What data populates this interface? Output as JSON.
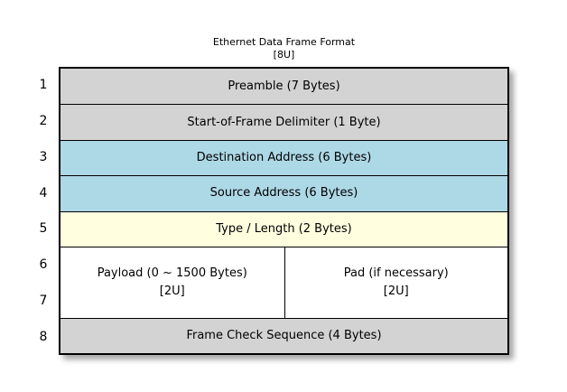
{
  "title": {
    "line1": "Ethernet Data Frame Format",
    "line2": "[8U]"
  },
  "colors": {
    "gray": "#d3d3d3",
    "blue": "#add8e6",
    "yellow": "#ffffe0",
    "white": "#ffffff",
    "border": "#000000",
    "background": "#ffffff"
  },
  "row_numbers": [
    "1",
    "2",
    "3",
    "4",
    "5",
    "6",
    "7",
    "8"
  ],
  "cells": {
    "preamble": {
      "label": "Preamble (7 Bytes)"
    },
    "sfd": {
      "label": "Start-of-Frame Delimiter (1 Byte)"
    },
    "destination": {
      "label": "Destination Address (6 Bytes)"
    },
    "source": {
      "label": "Source Address (6 Bytes)"
    },
    "type_length": {
      "label": "Type / Length (2 Bytes)"
    },
    "payload": {
      "label": "Payload (0 ~ 1500 Bytes)",
      "sub_label": "[2U]"
    },
    "pad": {
      "label": "Pad (if necessary)",
      "sub_label": "[2U]"
    },
    "fcs": {
      "label": "Frame Check Sequence (4 Bytes)"
    }
  }
}
